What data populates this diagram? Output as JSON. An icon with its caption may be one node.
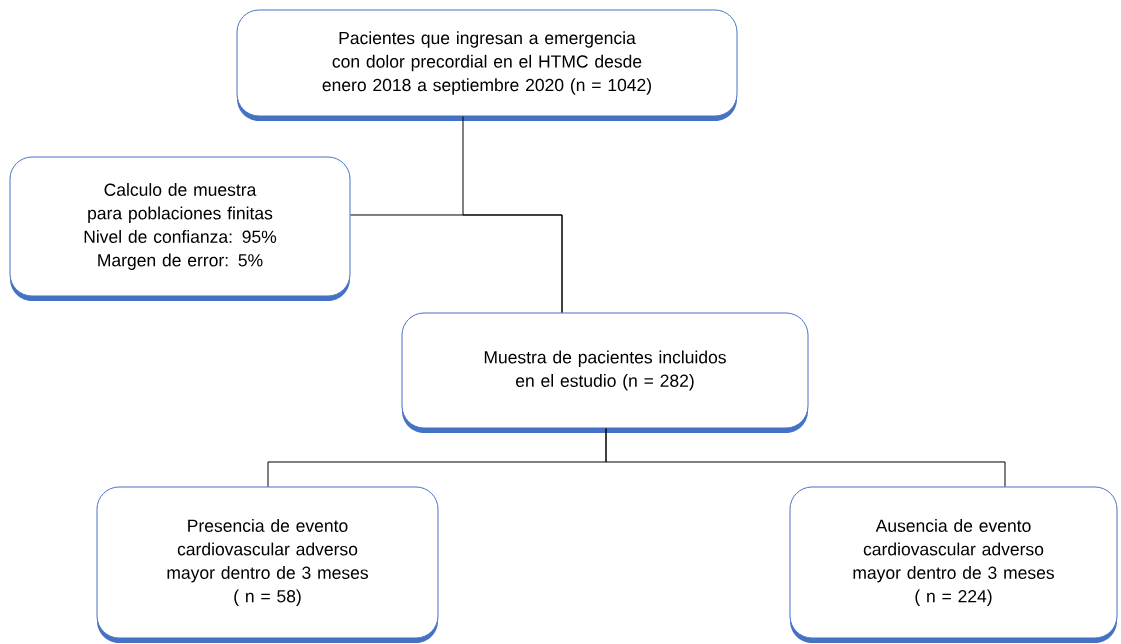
{
  "diagram": {
    "nodes": [
      {
        "text": [
          "Pacientes que ingresan a emergencia con dolor precordial en el HTMC desde enero 2018 a septiembre 2020 (n = 1042)"
        ]
      },
      {
        "text": [
          "Calculo de muestra para poblaciones finitas",
          "Nivel de confianza: 95%",
          "Margen de error: 5%"
        ]
      },
      {
        "text": [
          "Muestra de pacientes incluidos en el estudio (n = 282)"
        ]
      },
      {
        "text": [
          "Presencia de evento cardiovascular adverso mayor dentro de 3 meses",
          "( n = 58)"
        ]
      },
      {
        "text": [
          "Ausencia de evento cardiovascular adverso mayor dentro de 3 meses",
          "( n = 224)"
        ]
      }
    ],
    "edges": [
      {
        "from": 0,
        "to": 2,
        "arrow": "none"
      },
      {
        "from": 1,
        "to": 2,
        "arrow": "none"
      },
      {
        "from": 2,
        "to": 3,
        "arrow": "none"
      },
      {
        "from": 2,
        "to": 4,
        "arrow": "none"
      }
    ]
  }
}
